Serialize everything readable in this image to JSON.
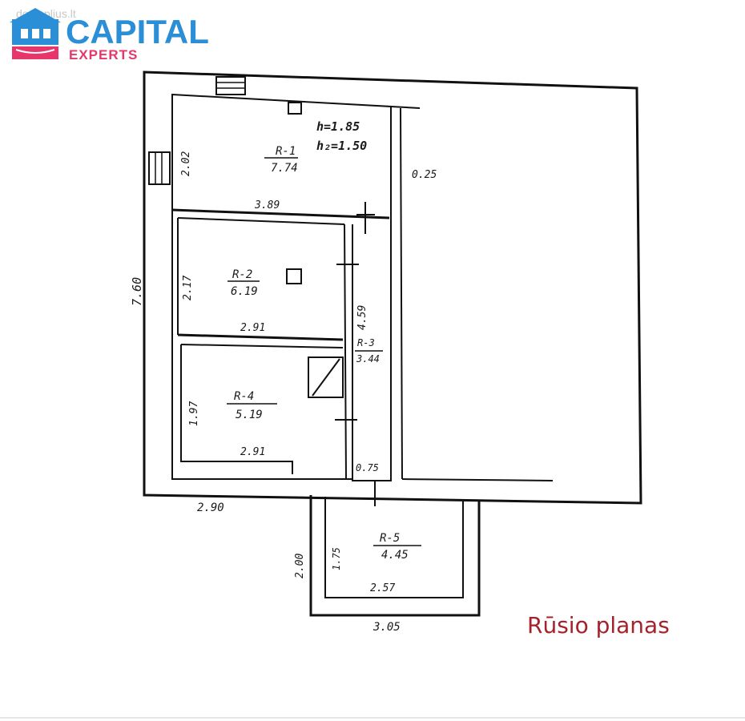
{
  "brand": {
    "watermark": "domoplius.lt",
    "name": "CAPITAL",
    "sub": "EXPERTS",
    "color": "#2a8fd6",
    "accent": "#e6366b"
  },
  "caption": "Rūsio planas",
  "caption_color": "#a5222c",
  "rooms": {
    "r1": {
      "label": "R-1",
      "area": "7.74",
      "height": "h=1.85",
      "h2": "h₂=1.50"
    },
    "r2": {
      "label": "R-2",
      "area": "6.19"
    },
    "r3": {
      "label": "R-3",
      "area": "3.44"
    },
    "r4": {
      "label": "R-4",
      "area": "5.19"
    },
    "r5": {
      "label": "R-5",
      "area": "4.45"
    }
  },
  "dimensions": {
    "total_height": "7.60",
    "r1_height": "2.02",
    "r1_width": "3.89",
    "wall": "0.25",
    "r2_height": "2.17",
    "r2_width": "2.91",
    "r3_height": "4.59",
    "r4_height": "1.97",
    "r4_width": "2.91",
    "r3_width": "0.75",
    "bottom_left": "2.90",
    "r5_outer_height": "2.00",
    "r5_inner_height": "1.75",
    "r5_inner_width": "2.57",
    "r5_outer_width": "3.05"
  },
  "icons": [
    "house-logo-icon",
    "book-logo-icon"
  ]
}
